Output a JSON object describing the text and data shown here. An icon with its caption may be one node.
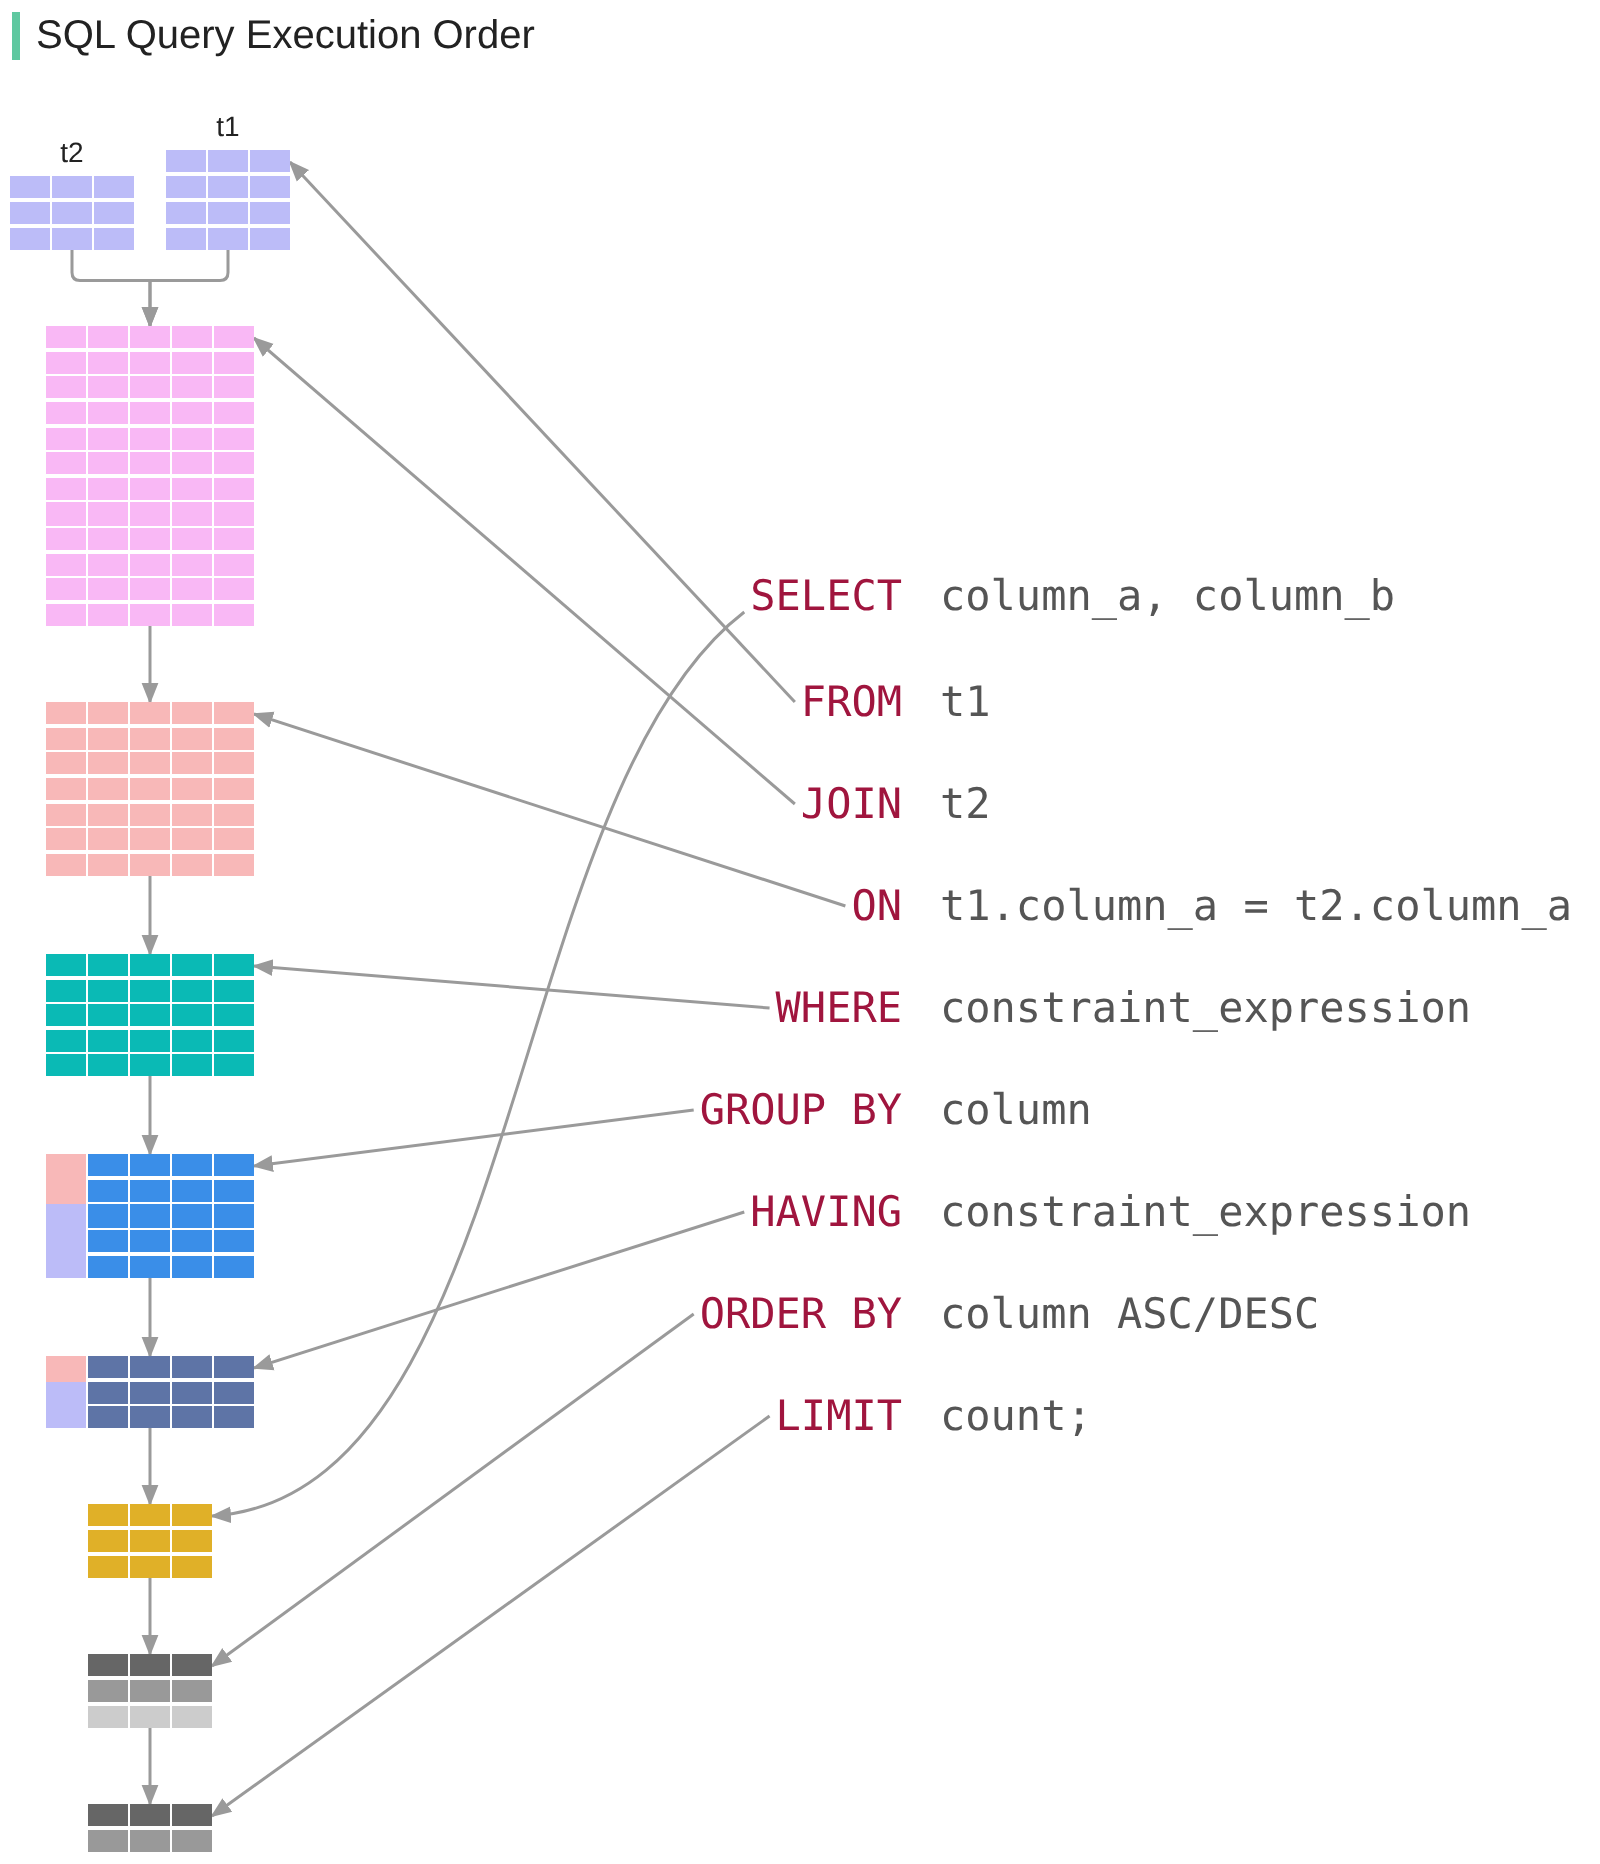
{
  "diagram": {
    "title": "SQL Query Execution Order",
    "nodes": [
      {
        "text": [
          "t2"
        ]
      },
      {
        "text": [
          "t1"
        ]
      },
      {
        "text": [],
        "shape": "table"
      },
      {
        "text": [],
        "shape": "table"
      },
      {
        "text": [],
        "shape": "table"
      },
      {
        "text": [],
        "shape": "table"
      },
      {
        "text": [],
        "shape": "table"
      },
      {
        "text": [],
        "shape": "table"
      },
      {
        "text": [],
        "shape": "table"
      },
      {
        "text": [],
        "shape": "table"
      },
      {
        "text": [
          "SELECT"
        ],
        "beside": [
          "column_a, column_b"
        ]
      },
      {
        "text": [
          "FROM"
        ],
        "beside": [
          "t1"
        ]
      },
      {
        "text": [
          "JOIN"
        ],
        "beside": [
          "t2"
        ]
      },
      {
        "text": [
          "ON"
        ],
        "beside": [
          "t1.column_a = t2.column_a"
        ]
      },
      {
        "text": [
          "WHERE"
        ],
        "beside": [
          "constraint_expression"
        ]
      },
      {
        "text": [
          "GROUP BY"
        ],
        "beside": [
          "column"
        ]
      },
      {
        "text": [
          "HAVING"
        ],
        "beside": [
          "constraint_expression"
        ]
      },
      {
        "text": [
          "ORDER BY"
        ],
        "beside": [
          "column ASC/DESC"
        ]
      },
      {
        "text": [
          "LIMIT"
        ],
        "beside": [
          "count;"
        ]
      }
    ],
    "edges": [
      {
        "from": 0,
        "to": 2,
        "arrow": "to"
      },
      {
        "from": 1,
        "to": 2,
        "arrow": "to"
      },
      {
        "from": 2,
        "to": 3,
        "arrow": "to"
      },
      {
        "from": 3,
        "to": 4,
        "arrow": "to"
      },
      {
        "from": 4,
        "to": 5,
        "arrow": "to"
      },
      {
        "from": 5,
        "to": 6,
        "arrow": "to"
      },
      {
        "from": 6,
        "to": 7,
        "arrow": "to"
      },
      {
        "from": 7,
        "to": 8,
        "arrow": "to"
      },
      {
        "from": 8,
        "to": 9,
        "arrow": "to"
      },
      {
        "from": 10,
        "to": 7,
        "arrow": "to"
      },
      {
        "from": 11,
        "to": 1,
        "arrow": "to"
      },
      {
        "from": 12,
        "to": 2,
        "arrow": "to"
      },
      {
        "from": 13,
        "to": 3,
        "arrow": "to"
      },
      {
        "from": 14,
        "to": 4,
        "arrow": "to"
      },
      {
        "from": 15,
        "to": 5,
        "arrow": "to"
      },
      {
        "from": 16,
        "to": 6,
        "arrow": "to"
      },
      {
        "from": 17,
        "to": 8,
        "arrow": "to"
      },
      {
        "from": 18,
        "to": 9,
        "arrow": "to"
      }
    ]
  }
}
